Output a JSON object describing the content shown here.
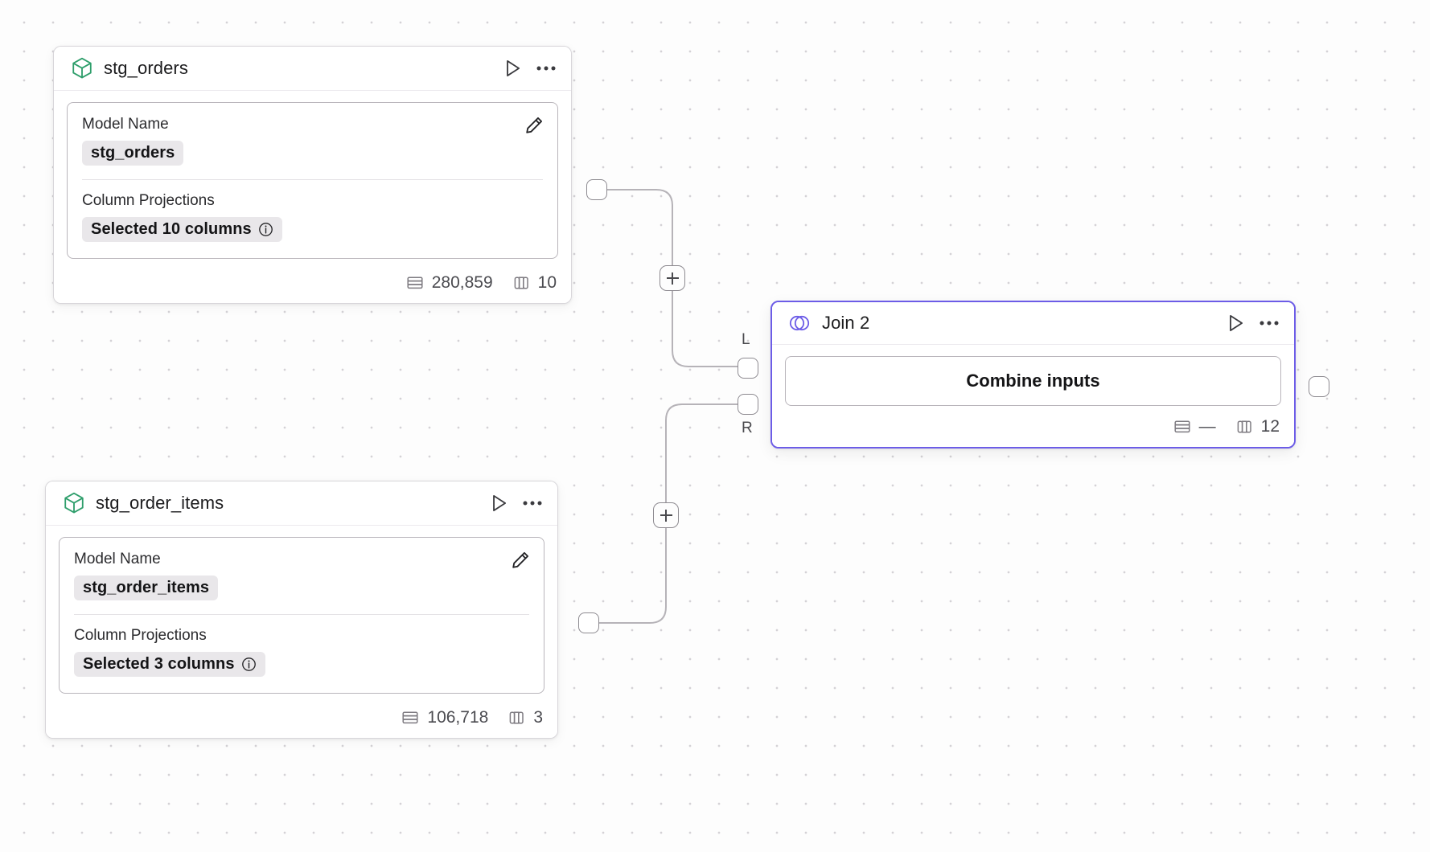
{
  "canvas": {
    "background_color": "#fdfdfd",
    "grid_dot_color": "#d4d2d6",
    "accent_color": "#6c5ce7",
    "model_icon_color": "#2e9e6b"
  },
  "nodes": [
    {
      "id": "stg_orders",
      "title": "stg_orders",
      "icon": "cube-icon",
      "actions": [
        "run-icon",
        "more-options-icon"
      ],
      "fields": [
        {
          "label": "Model Name",
          "value": "stg_orders",
          "has_info": false
        },
        {
          "label": "Column Projections",
          "value": "Selected 10 columns",
          "has_info": true
        }
      ],
      "edit_icon": "pencil-icon",
      "footer": {
        "rows_icon": "rows-icon",
        "rows": "280,859",
        "columns_icon": "columns-icon",
        "columns": "10"
      }
    },
    {
      "id": "stg_order_items",
      "title": "stg_order_items",
      "icon": "cube-icon",
      "actions": [
        "run-icon",
        "more-options-icon"
      ],
      "fields": [
        {
          "label": "Model Name",
          "value": "stg_order_items",
          "has_info": false
        },
        {
          "label": "Column Projections",
          "value": "Selected 3 columns",
          "has_info": true
        }
      ],
      "edit_icon": "pencil-icon",
      "footer": {
        "rows_icon": "rows-icon",
        "rows": "106,718",
        "columns_icon": "columns-icon",
        "columns": "3"
      }
    },
    {
      "id": "join_2",
      "title": "Join 2",
      "icon": "venn-join-icon",
      "selected": true,
      "actions": [
        "run-icon",
        "more-options-icon"
      ],
      "primary_button": "Combine inputs",
      "footer": {
        "rows_icon": "rows-icon",
        "rows": "—",
        "columns_icon": "columns-icon",
        "columns": "12"
      }
    }
  ],
  "ports": {
    "left_input_label": "L",
    "right_input_label": "R"
  },
  "edge_buttons": {
    "add_label": "+"
  }
}
